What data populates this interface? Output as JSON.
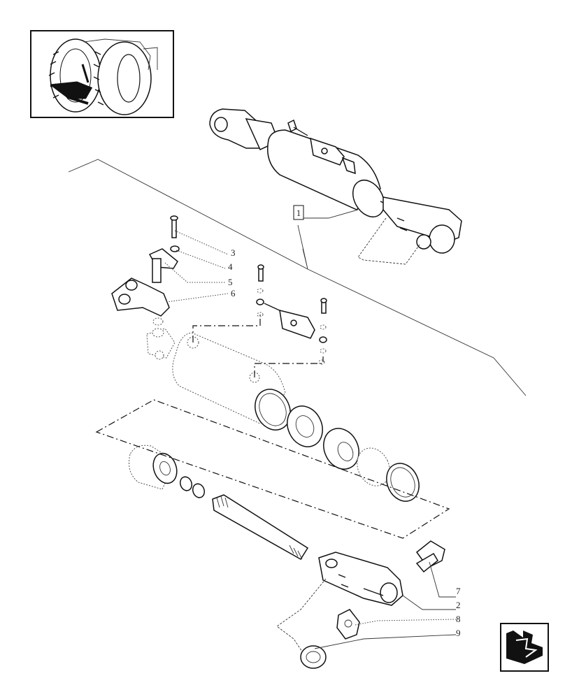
{
  "diagram": {
    "callouts": [
      {
        "id": "c3",
        "text": "3"
      },
      {
        "id": "c4",
        "text": "4"
      },
      {
        "id": "c5",
        "text": "5"
      },
      {
        "id": "c6",
        "text": "6"
      },
      {
        "id": "c7",
        "text": "7"
      },
      {
        "id": "c2",
        "text": "2"
      },
      {
        "id": "c8",
        "text": "8"
      },
      {
        "id": "c9",
        "text": "9"
      }
    ],
    "assembly_marker": "1"
  }
}
